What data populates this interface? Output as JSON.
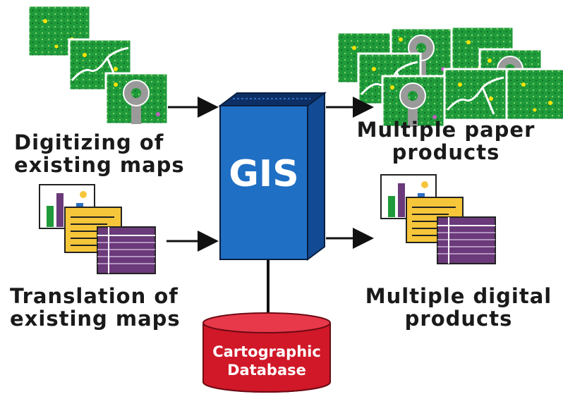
{
  "center": {
    "label": "GIS"
  },
  "database": {
    "line1": "Cartographic",
    "line2": "Database"
  },
  "inputs": {
    "digitizing": {
      "line1": "Digitizing of",
      "line2": "existing maps"
    },
    "translation": {
      "line1": "Translation of",
      "line2": "existing maps"
    }
  },
  "outputs": {
    "paper": {
      "line1": "Multiple paper",
      "line2": "products"
    },
    "digital": {
      "line1": "Multiple digital",
      "line2": "products"
    }
  },
  "colors": {
    "map_green": "#1f9a3a",
    "gis_blue": "#1f6fc4",
    "database_red": "#d01828",
    "doc_yellow": "#f6c63a",
    "doc_purple": "#6b3a7a"
  },
  "icons": [
    "map-tile-icon",
    "chart-document-icon",
    "text-document-icon",
    "table-document-icon",
    "database-cylinder-icon",
    "server-box-icon",
    "arrow-right-icon"
  ]
}
